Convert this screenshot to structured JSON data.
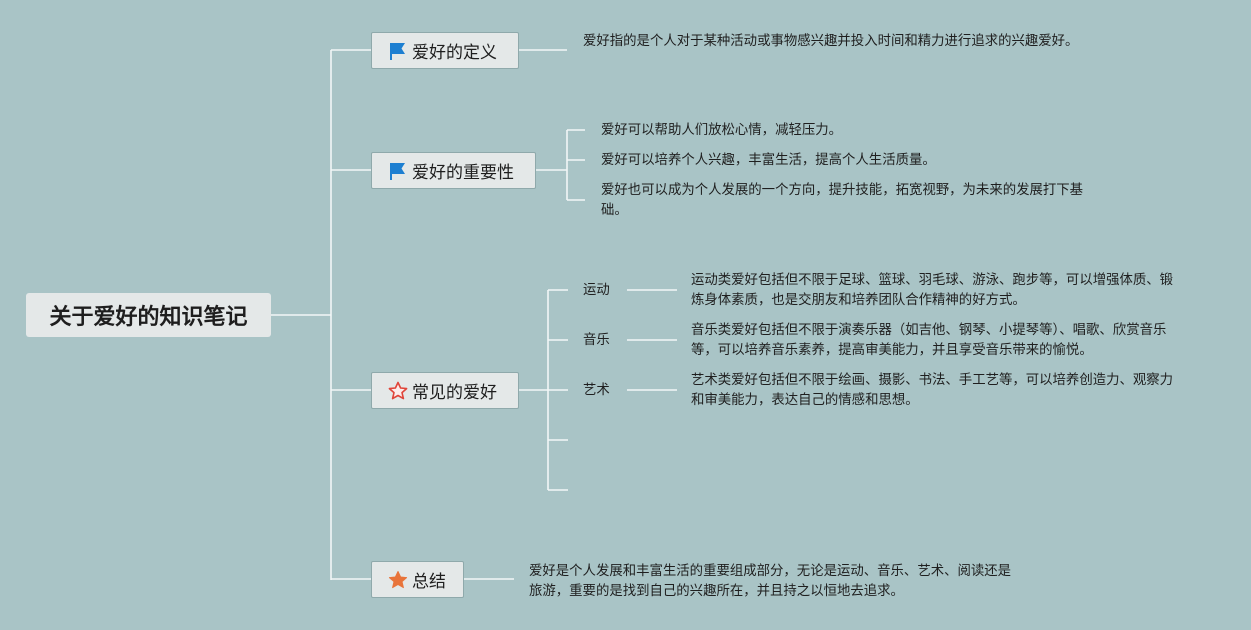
{
  "root": {
    "title": "关于爱好的知识笔记"
  },
  "definition": {
    "label": "爱好的定义",
    "icon": "blue-flag-icon",
    "text": "爱好指的是个人对于某种活动或事物感兴趣并投入时间和精力进行追求的兴趣爱好。"
  },
  "importance": {
    "label": "爱好的重要性",
    "icon": "blue-flag-icon",
    "items": [
      "爱好可以帮助人们放松心情，减轻压力。",
      "爱好可以培养个人兴趣，丰富生活，提高个人生活质量。",
      "爱好也可以成为个人发展的一个方向，提升技能，拓宽视野，为未来的发展打下基础。"
    ]
  },
  "common": {
    "label": "常见的爱好",
    "icon": "red-outline-star-icon",
    "categories": [
      {
        "name": "运动",
        "text": "运动类爱好包括但不限于足球、篮球、羽毛球、游泳、跑步等，可以增强体质、锻炼身体素质，也是交朋友和培养团队合作精神的好方式。"
      },
      {
        "name": "音乐",
        "text": "音乐类爱好包括但不限于演奏乐器（如吉他、钢琴、小提琴等）、唱歌、欣赏音乐等，可以培养音乐素养，提高审美能力，并且享受音乐带来的愉悦。"
      },
      {
        "name": "艺术",
        "text": "艺术类爱好包括但不限于绘画、摄影、书法、手工艺等，可以培养创造力、观察力和审美能力，表达自己的情感和思想。"
      }
    ]
  },
  "summary": {
    "label": "总结",
    "icon": "orange-star-icon",
    "text": "爱好是个人发展和丰富生活的重要组成部分，无论是运动、音乐、艺术、阅读还是旅游，重要的是找到自己的兴趣所在，并且持之以恒地去追求。"
  },
  "colors": {
    "background": "#a9c4c6",
    "node_fill": "#e4e8e8",
    "connector": "#f2f7f7",
    "flag_blue": "#1d7fd1",
    "star_red": "#e0453a",
    "star_orange": "#e8743b"
  }
}
